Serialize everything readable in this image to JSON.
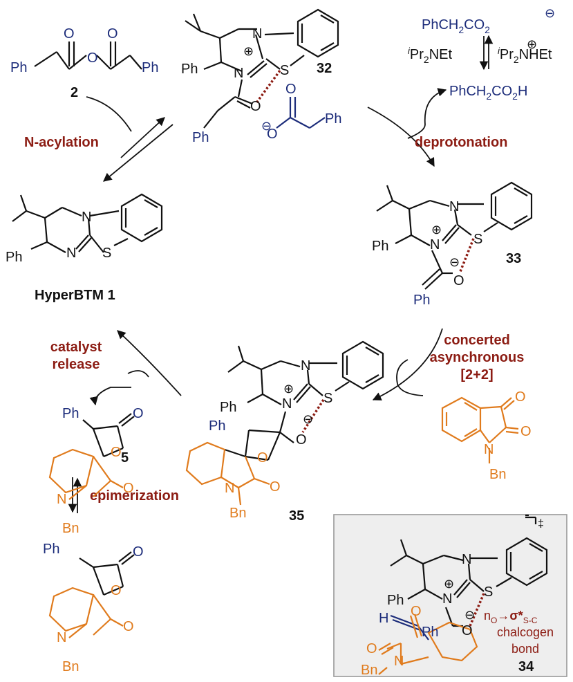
{
  "colors": {
    "bond": "#111111",
    "reagent": "#1c2c7a",
    "isatin": "#e07b1d",
    "step": "#8c1c13",
    "chalcogen": "#8c1c13",
    "box_bg": "#eeeeee",
    "box_border": "#999999"
  },
  "compounds": {
    "anhydride": {
      "ph_left": "Ph",
      "ph_right": "Ph",
      "o_bridge": "O",
      "o_top1": "O",
      "o_top2": "O",
      "number": "2"
    },
    "c32": {
      "number": "32",
      "counter_ph": "Ph",
      "counter_o": "O",
      "counter_charge": "⊖"
    },
    "c33": {
      "number": "33"
    },
    "c35": {
      "number": "35"
    },
    "c34": {
      "number": "34",
      "dagger": "‡",
      "h": "H"
    },
    "hyperbtm": {
      "name": "HyperBTM 1"
    },
    "c5": {
      "number": "5"
    },
    "isatin": {}
  },
  "core": {
    "ph": "Ph",
    "n": "N",
    "s": "S",
    "o": "O",
    "plus": "⊕",
    "minus": "⊖",
    "bn": "Bn"
  },
  "byproducts": {
    "carboxylate_main": "PhCH",
    "carboxylate_sub": "2",
    "carboxylate_tail": "CO",
    "carboxylate_sub2": "2",
    "carboxylate_charge": "⊖",
    "base_left_sup": "i",
    "base_left_main": "Pr",
    "base_left_sub": "2",
    "base_left_tail": "NEt",
    "base_right_sup": "i",
    "base_right_main": "Pr",
    "base_right_sub": "2",
    "base_right_tail": "NHEt",
    "base_right_charge": "⊕",
    "acid_main": "PhCH",
    "acid_sub": "2",
    "acid_tail": "CO",
    "acid_sub2": "2",
    "acid_end": "H"
  },
  "steps": {
    "n_acylation": "N-acylation",
    "deprotonation": "deprotonation",
    "cycloaddition_line1": "concerted",
    "cycloaddition_line2": "asynchronous",
    "cycloaddition_line3": "[2+2]",
    "catalyst_release_line1": "catalyst",
    "catalyst_release_line2": "release",
    "epimerization": "epimerization"
  },
  "chalcogen_note": {
    "n": "n",
    "n_sub": "O",
    "arrow": "→",
    "sigma": "σ*",
    "sigma_sub": "S-C",
    "line2": "chalcogen",
    "line3": "bond"
  }
}
